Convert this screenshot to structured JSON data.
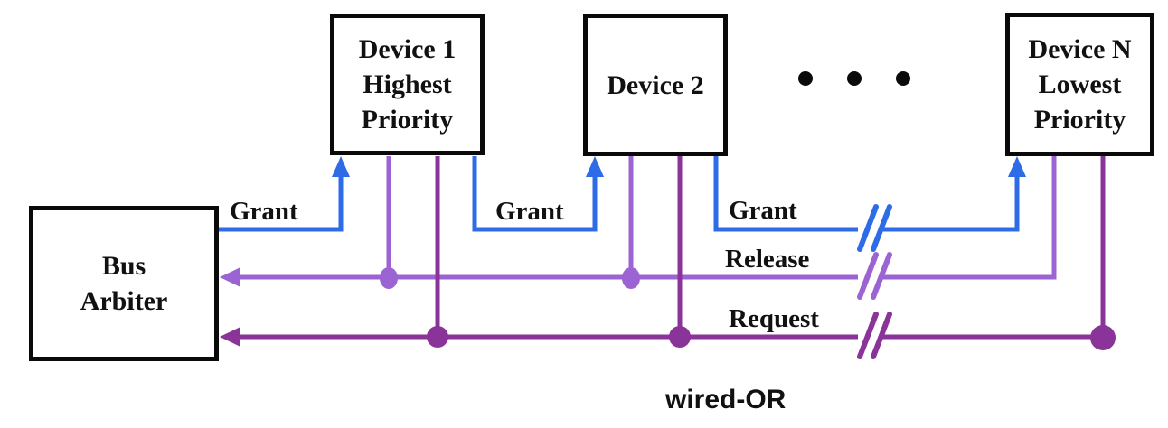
{
  "diagram": {
    "title": "daisy-chain bus arbitration",
    "colors": {
      "grant_blue": "#2E6BE6",
      "release_purple": "#9C63D3",
      "request_purple": "#8A3398",
      "box_border": "#0a0a0a",
      "text_color": "#111111",
      "bg": "#ffffff"
    },
    "boxes": {
      "bus_arbiter": {
        "label": "Bus\nArbiter"
      },
      "device_1": {
        "label": "Device 1\nHighest\nPriority"
      },
      "device_2": {
        "label": "Device 2"
      },
      "device_n": {
        "label": "Device N\nLowest\nPriority"
      }
    },
    "labels": {
      "grant": [
        "Grant",
        "Grant",
        "Grant"
      ],
      "release": "Release",
      "request": "Request",
      "wired_or": "wired-OR"
    },
    "icons": {
      "ellipsis_dots": "• • •",
      "line_break_glyph": "//"
    }
  }
}
